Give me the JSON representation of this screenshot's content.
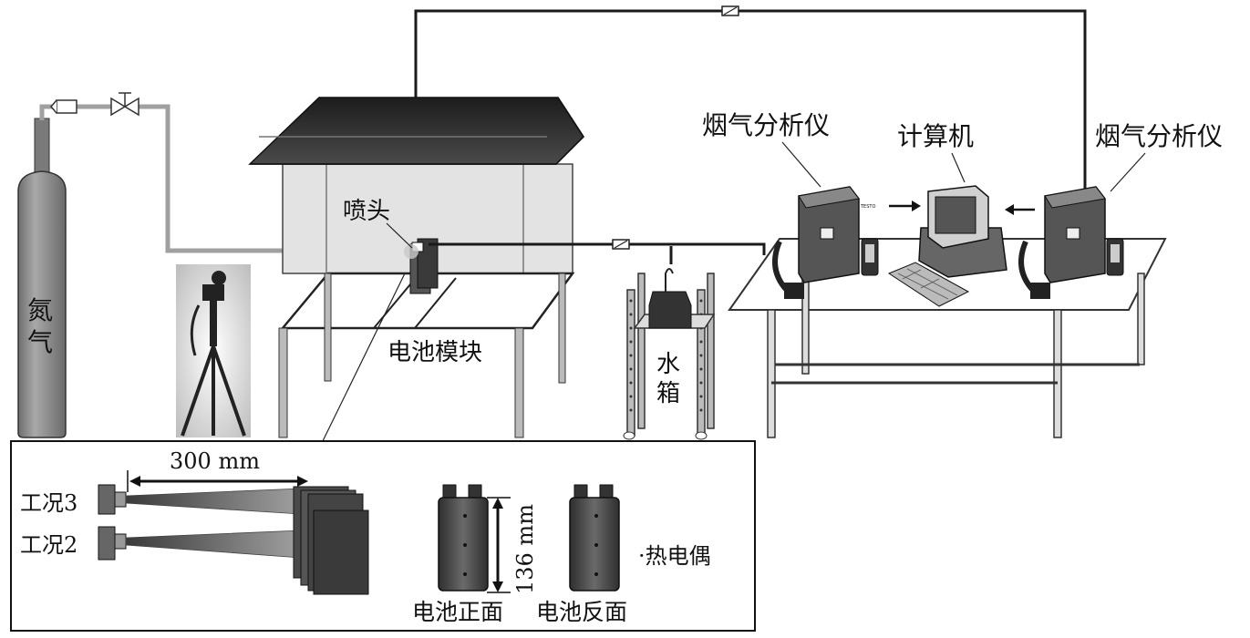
{
  "labels": {
    "nitrogen": "氮气",
    "nozzle": "喷头",
    "battery_module": "电池模块",
    "water_tank": "水箱",
    "flue_analyzer_left": "烟气分析仪",
    "computer": "计算机",
    "flue_analyzer_right": "烟气分析仪",
    "distance": "300 mm",
    "condition_3": "工况3",
    "condition_2": "工况2",
    "height": "136 mm",
    "thermocouple": "·热电偶",
    "battery_front": "电池正面",
    "battery_back": "电池反面"
  },
  "colors": {
    "cylinder": "#8c8c8c",
    "roof": "#2f2f2f",
    "wall_glass": "#d9d9d9",
    "pipe": "#1a1a1a",
    "gas_line": "#9a9a9a",
    "battery": "#4a4a4a"
  }
}
